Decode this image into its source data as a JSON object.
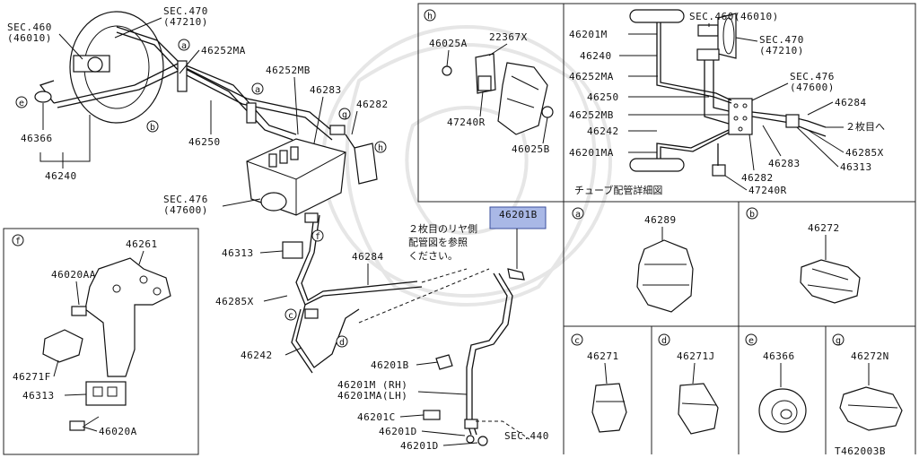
{
  "diagram_id": "T462003B",
  "labels": {
    "sec460_main": "SEC.460",
    "sec460_main_code": "(46010)",
    "sec470_main": "SEC.470",
    "sec470_main_code": "(47210)",
    "p46252MA": "46252MA",
    "p46252MB": "46252MB",
    "p46283": "46283",
    "p46282": "46282",
    "p46250": "46250",
    "p46366": "46366",
    "p46240": "46240",
    "sec476": "SEC.476",
    "sec476_code": "(47600)",
    "p46313": "46313",
    "p46284": "46284",
    "p46285X": "46285X",
    "p46242": "46242",
    "p46201B": "46201B",
    "p46201B_hl": "46201B",
    "p46201M": "46201M (RH)",
    "p46201MA": "46201MA(LH)",
    "p46201C": "46201C",
    "p46201D_1": "46201D",
    "p46201D_2": "46201D",
    "sec440": "SEC.440",
    "note_line1": "２枚目のリヤ側",
    "note_line2": "配管図を参照",
    "note_line3": "ください。"
  },
  "callouts": {
    "a": "a",
    "b": "b",
    "c": "c",
    "d": "d",
    "e": "e",
    "f": "f",
    "g": "g",
    "h": "h"
  },
  "panel_h": {
    "letter": "h",
    "p46025A": "46025A",
    "p22367X": "22367X",
    "p47240R": "47240R",
    "p46025B": "46025B"
  },
  "panel_tube": {
    "p46201M": "46201M",
    "p46240": "46240",
    "p46252MA": "46252MA",
    "p46250": "46250",
    "p46252MB": "46252MB",
    "p46242": "46242",
    "p46201MA": "46201MA",
    "sec460": "SEC.460(46010)",
    "sec470": "SEC.470",
    "sec470_code": "(47210)",
    "sec476": "SEC.476",
    "sec476_code": "(47600)",
    "p46284": "46284",
    "to_sheet2": "２枚目へ",
    "p46285X": "46285X",
    "p46313": "46313",
    "p46283": "46283",
    "p46282": "46282",
    "p47240R": "47240R",
    "caption": "チューブ配管詳細図"
  },
  "panel_f": {
    "letter": "f",
    "p46261": "46261",
    "p46020AA": "46020AA",
    "p46271F": "46271F",
    "p46313": "46313",
    "p46020A": "46020A"
  },
  "clip_panels": [
    {
      "letter": "a",
      "part": "46289"
    },
    {
      "letter": "b",
      "part": "46272"
    },
    {
      "letter": "c",
      "part": "46271"
    },
    {
      "letter": "d",
      "part": "46271J"
    },
    {
      "letter": "e",
      "part": "46366"
    },
    {
      "letter": "g",
      "part": "46272N"
    }
  ]
}
